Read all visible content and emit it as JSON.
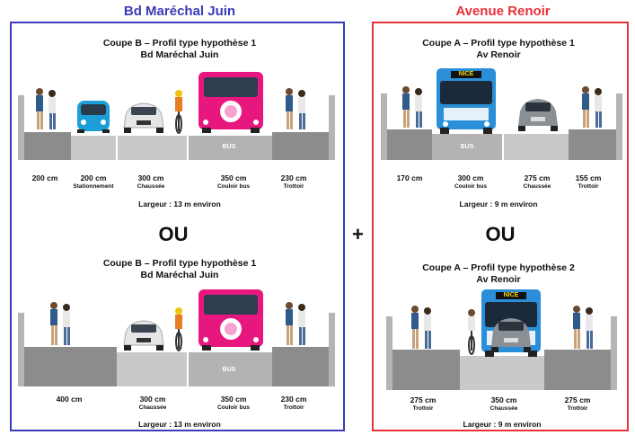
{
  "left_title": "Bd Maréchal Juin",
  "right_title": "Avenue Renoir",
  "plus": "+",
  "left": {
    "top": {
      "title_line1": "Coupe B – Profil type hypothèse 1",
      "title_line2": "Bd Maréchal Juin",
      "bus_lane_label": "BUS",
      "dims": [
        {
          "value": "200 cm",
          "label": ""
        },
        {
          "value": "200 cm",
          "label": "Stationnement"
        },
        {
          "value": "300 cm",
          "label": "Chaussée"
        },
        {
          "value": "350 cm",
          "label": "Couloir bus"
        },
        {
          "value": "230 cm",
          "label": "Trottoir"
        }
      ],
      "width": "Largeur : 13 m environ"
    },
    "ou": "OU",
    "bottom": {
      "title_line1": "Coupe B – Profil type hypothèse 1",
      "title_line2": "Bd Maréchal Juin",
      "bus_lane_label": "BUS",
      "dims": [
        {
          "value": "400 cm",
          "label": ""
        },
        {
          "value": "300 cm",
          "label": "Chaussée"
        },
        {
          "value": "350 cm",
          "label": "Couloir bus"
        },
        {
          "value": "230 cm",
          "label": "Trottoir"
        }
      ],
      "width": "Largeur : 13 m environ"
    }
  },
  "right": {
    "top": {
      "title_line1": "Coupe A – Profil type hypothèse 1",
      "title_line2": "Av Renoir",
      "bus_lane_label": "BUS",
      "bus_sign": "NICE",
      "dims": [
        {
          "value": "170 cm",
          "label": ""
        },
        {
          "value": "300 cm",
          "label": "Couloir bus"
        },
        {
          "value": "275 cm",
          "label": "Chaussée"
        },
        {
          "value": "155 cm",
          "label": "Trottoir"
        }
      ],
      "width": "Largeur : 9 m environ"
    },
    "ou": "OU",
    "bottom": {
      "title_line1": "Coupe A – Profil type hypothèse 2",
      "title_line2": "Av Renoir",
      "bus_sign": "NICE",
      "dims": [
        {
          "value": "275 cm",
          "label": "Trottoir"
        },
        {
          "value": "350 cm",
          "label": "Chaussée"
        },
        {
          "value": "275 cm",
          "label": "Trottoir"
        }
      ],
      "width": "Largeur : 9 m environ"
    }
  },
  "colors": {
    "left_accent": "#3b3bb8",
    "right_accent": "#e8323a",
    "pink_bus": "#e8177f",
    "blue_bus": "#2a8fd8",
    "sidewalk": "#8c8c8c",
    "road": "#c9c9c9"
  }
}
